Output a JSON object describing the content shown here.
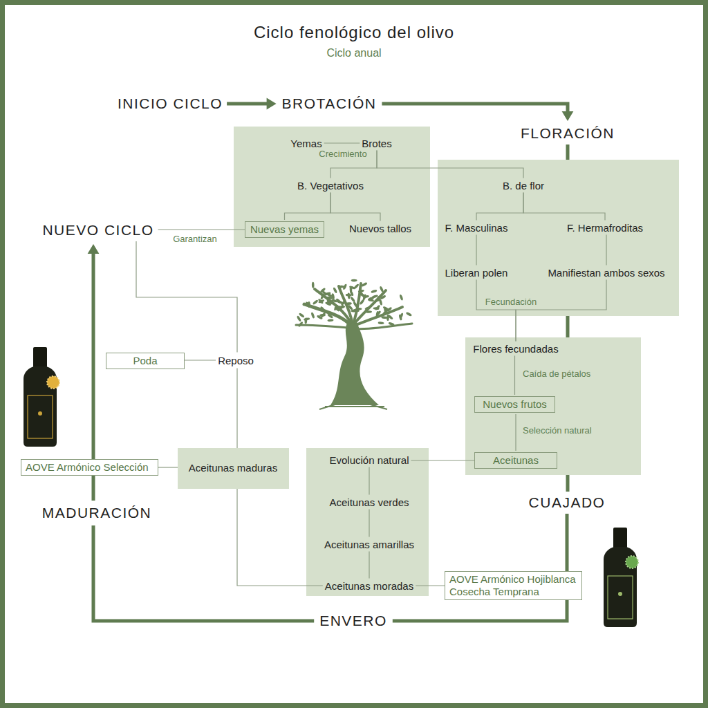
{
  "diagram": {
    "title": "Ciclo fenológico del olivo",
    "nodes": [
      {
        "text": [
          "INICIO CICLO"
        ]
      },
      {
        "text": [
          "BROTACIÓN"
        ]
      },
      {
        "text": [
          "FLORACIÓN"
        ]
      },
      {
        "text": []
      },
      {
        "text": [
          "Yemas"
        ],
        "in": 3
      },
      {
        "text": [
          "Brotes"
        ],
        "in": 3
      },
      {
        "text": [
          "B. Vegetativos"
        ],
        "in": 3
      },
      {
        "text": [
          "Nuevas yemas"
        ],
        "in": 3
      },
      {
        "text": [
          "Nuevos tallos"
        ],
        "in": 3
      },
      {
        "text": [
          "NUEVO CICLO"
        ]
      },
      {
        "text": []
      },
      {
        "text": [
          "B. de flor"
        ],
        "in": 10
      },
      {
        "text": [
          "F. Masculinas"
        ],
        "in": 10
      },
      {
        "text": [
          "F. Hermafroditas"
        ],
        "in": 10
      },
      {
        "text": [
          "Liberan polen"
        ],
        "in": 10
      },
      {
        "text": [
          "Manifiestan ambos sexos"
        ],
        "in": 10
      },
      {
        "text": [
          "Poda"
        ]
      },
      {
        "text": [
          "Reposo"
        ]
      },
      {
        "text": []
      },
      {
        "text": [
          "Flores fecundadas"
        ],
        "in": 18
      },
      {
        "text": [
          "Nuevos frutos"
        ],
        "in": 18
      },
      {
        "text": [
          "Aceitunas"
        ],
        "in": 18
      },
      {
        "text": [
          "AOVE Armónico Selección"
        ]
      },
      {
        "text": []
      },
      {
        "text": [
          "Aceitunas maduras"
        ],
        "in": 23
      },
      {
        "text": []
      },
      {
        "text": [
          "Evolución natural"
        ],
        "in": 25
      },
      {
        "text": [
          "Aceitunas verdes"
        ],
        "in": 25
      },
      {
        "text": [
          "Aceitunas amarillas"
        ],
        "in": 25
      },
      {
        "text": [
          "Aceitunas moradas"
        ],
        "in": 25
      },
      {
        "text": [
          "MADURACIÓN"
        ]
      },
      {
        "text": [
          "CUAJADO"
        ]
      },
      {
        "text": [
          "AOVE Armónico Hojiblanca Cosecha Temprana"
        ]
      },
      {
        "text": [
          "ENVERO"
        ]
      }
    ],
    "edges": [
      {
        "from": 0,
        "to": 1,
        "arrow": "to"
      },
      {
        "from": 1,
        "to": 2,
        "arrow": "to"
      },
      {
        "from": 2,
        "to": 31,
        "arrow": "none"
      },
      {
        "from": 31,
        "to": 33,
        "arrow": "none"
      },
      {
        "from": 33,
        "to": 30,
        "arrow": "none"
      },
      {
        "from": 30,
        "to": 9,
        "arrow": "to"
      },
      {
        "from": 4,
        "to": 5,
        "label": "Crecimiento",
        "arrow": "none"
      },
      {
        "from": 5,
        "to": 6,
        "arrow": "none"
      },
      {
        "from": 5,
        "to": 11,
        "arrow": "none"
      },
      {
        "from": 6,
        "to": 7,
        "arrow": "none"
      },
      {
        "from": 6,
        "to": 8,
        "arrow": "none"
      },
      {
        "from": 7,
        "to": 9,
        "label": "Garantizan",
        "arrow": "none"
      },
      {
        "from": 11,
        "to": 12,
        "arrow": "none"
      },
      {
        "from": 11,
        "to": 13,
        "arrow": "none"
      },
      {
        "from": 12,
        "to": 14,
        "arrow": "none"
      },
      {
        "from": 13,
        "to": 15,
        "arrow": "none"
      },
      {
        "from": 14,
        "to": 19,
        "label": "Fecundación",
        "arrow": "none"
      },
      {
        "from": 15,
        "to": 19,
        "arrow": "none"
      },
      {
        "from": 19,
        "to": 20,
        "label": "Caída de pétalos",
        "arrow": "none"
      },
      {
        "from": 20,
        "to": 21,
        "label": "Selección natural",
        "arrow": "none"
      },
      {
        "from": 21,
        "to": 26,
        "arrow": "none"
      },
      {
        "from": 26,
        "to": 27,
        "arrow": "none"
      },
      {
        "from": 27,
        "to": 28,
        "arrow": "none"
      },
      {
        "from": 28,
        "to": 29,
        "arrow": "none"
      },
      {
        "from": 29,
        "to": 32,
        "arrow": "none"
      },
      {
        "from": 29,
        "to": 23,
        "arrow": "none"
      },
      {
        "from": 23,
        "to": 17,
        "arrow": "none"
      },
      {
        "from": 17,
        "to": 16,
        "arrow": "none"
      },
      {
        "from": 17,
        "to": 9,
        "arrow": "none"
      },
      {
        "from": 22,
        "to": 23,
        "arrow": "none"
      }
    ],
    "labels": [
      "Ciclo anual"
    ]
  }
}
